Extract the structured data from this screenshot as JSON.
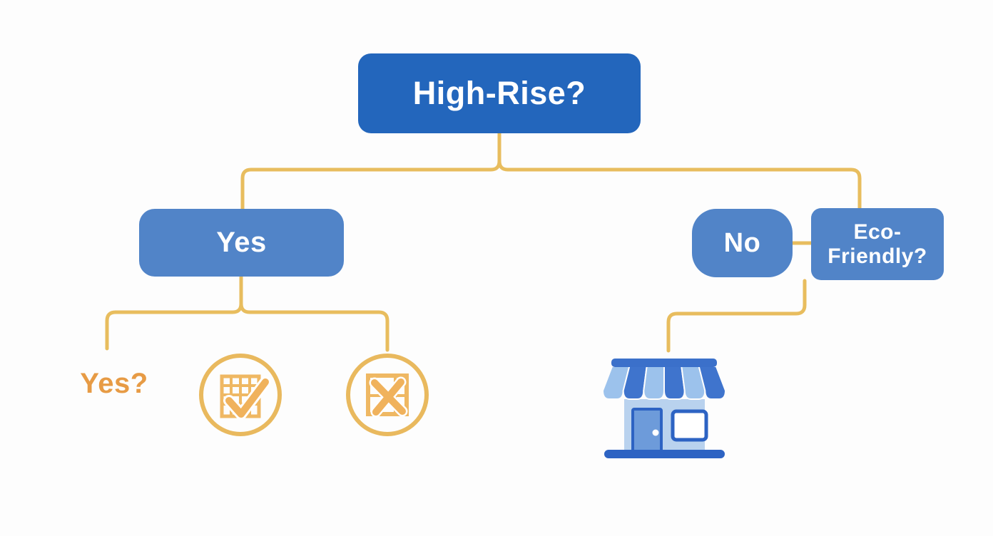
{
  "diagram": {
    "title": "High-rise decision flowchart",
    "nodes": {
      "root": {
        "label": "High-Rise?"
      },
      "yes": {
        "label": "Yes"
      },
      "no": {
        "label": "No"
      },
      "eco": {
        "line1": "Eco-",
        "line2": "Friendly?"
      },
      "yes_question": {
        "label": "Yes?"
      }
    },
    "icons": [
      {
        "name": "building-check-icon",
        "meaning": "approved building"
      },
      {
        "name": "building-cross-icon",
        "meaning": "rejected building"
      },
      {
        "name": "storefront-icon",
        "meaning": "low-rise shop"
      }
    ],
    "colors": {
      "root_box": "#2366bc",
      "answer_box": "#5184c8",
      "connector": "#e8bd5e",
      "orange_text": "#e79b45",
      "icon_orange": "#eab95e",
      "store_dark_blue": "#2d63c3",
      "store_mid_blue": "#4478d0",
      "store_light_blue": "#b9d2ee",
      "node_text": "#ffffff",
      "background": "#fdfdfd"
    }
  }
}
